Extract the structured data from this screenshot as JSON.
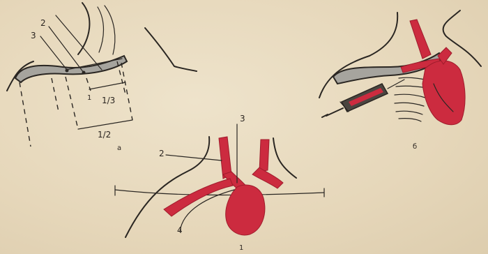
{
  "figure": {
    "panel_a": {
      "label": "а",
      "ref_3": "3",
      "ref_2": "2",
      "ref_1": "1",
      "third": "1/3",
      "half": "1/2"
    },
    "panel_b": {
      "label": "б"
    },
    "panel_1": {
      "label": "1",
      "ref_3": "3",
      "ref_2": "2",
      "ref_4": "4"
    }
  },
  "colors": {
    "vessel": "#cc2b3f",
    "bone": "#a6a49e",
    "ink": "#2a2622",
    "paper": "#e9dcc0"
  }
}
